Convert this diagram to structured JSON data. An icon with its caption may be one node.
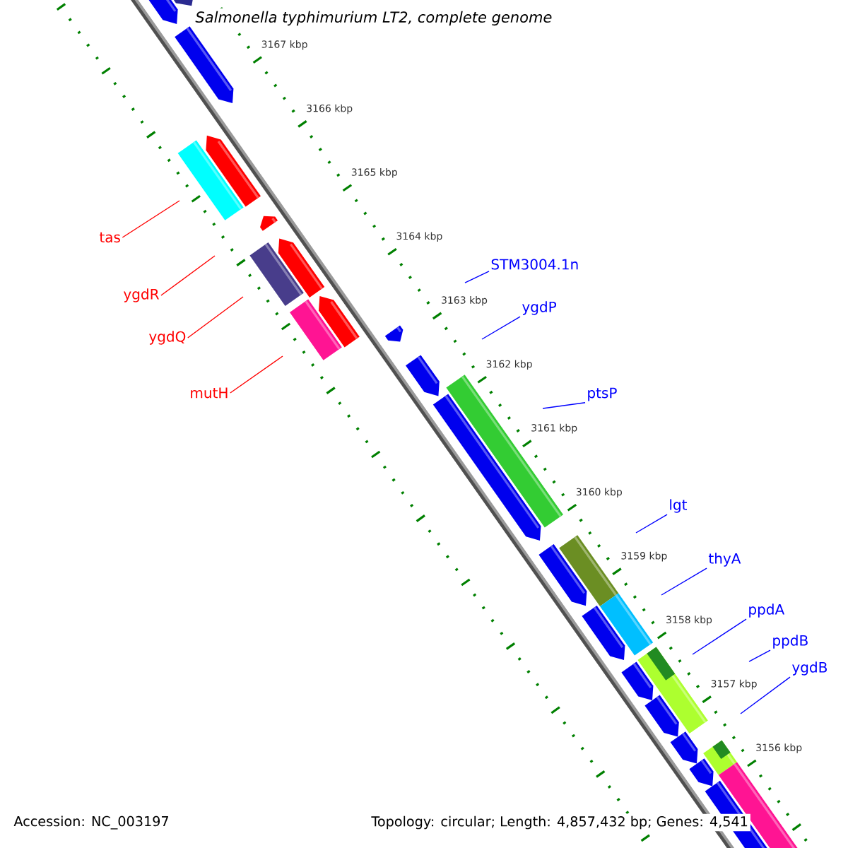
{
  "diagram": {
    "title": "Salmonella typhimurium LT2, complete genome",
    "nodes": [
      {
        "text": [
          "tas"
        ]
      },
      {
        "text": [
          "ygdR"
        ]
      },
      {
        "text": [
          "ygdQ"
        ]
      },
      {
        "text": [
          "mutH"
        ]
      },
      {
        "text": [
          "STM3004.1n"
        ]
      },
      {
        "text": [
          "ygdP"
        ]
      },
      {
        "text": [
          "ptsP"
        ]
      },
      {
        "text": [
          "lgt"
        ]
      },
      {
        "text": [
          "thyA"
        ]
      },
      {
        "text": [
          "ppdA"
        ]
      },
      {
        "text": [
          "ppdB"
        ]
      },
      {
        "text": [
          "ygdB"
        ]
      }
    ],
    "edges": [
      {
        "from": 0,
        "to": null,
        "arrow": "none",
        "color": "#ff0000"
      },
      {
        "from": 1,
        "to": null,
        "arrow": "none",
        "color": "#ff0000"
      },
      {
        "from": 2,
        "to": null,
        "arrow": "none",
        "color": "#ff0000"
      },
      {
        "from": 3,
        "to": null,
        "arrow": "none",
        "color": "#ff0000"
      },
      {
        "from": 4,
        "to": null,
        "arrow": "none"
      },
      {
        "from": 5,
        "to": null,
        "arrow": "none"
      },
      {
        "from": 6,
        "to": null,
        "arrow": "none"
      },
      {
        "from": 7,
        "to": null,
        "arrow": "none"
      },
      {
        "from": 8,
        "to": null,
        "arrow": "none"
      },
      {
        "from": 9,
        "to": null,
        "arrow": "none"
      },
      {
        "from": 10,
        "to": null,
        "arrow": "none"
      },
      {
        "from": 11,
        "to": null,
        "arrow": "none"
      }
    ],
    "labels": [
      "3167 kbp",
      "3166 kbp",
      "3165 kbp",
      "3164 kbp",
      "3163 kbp",
      "3162 kbp",
      "3161 kbp",
      "3160 kbp",
      "3159 kbp",
      "3158 kbp",
      "3157 kbp",
      "3156 kbp",
      "Accession: NC_003197",
      "Topology: circular; Length: 4,857,432 bp; Genes: 4,541"
    ]
  }
}
